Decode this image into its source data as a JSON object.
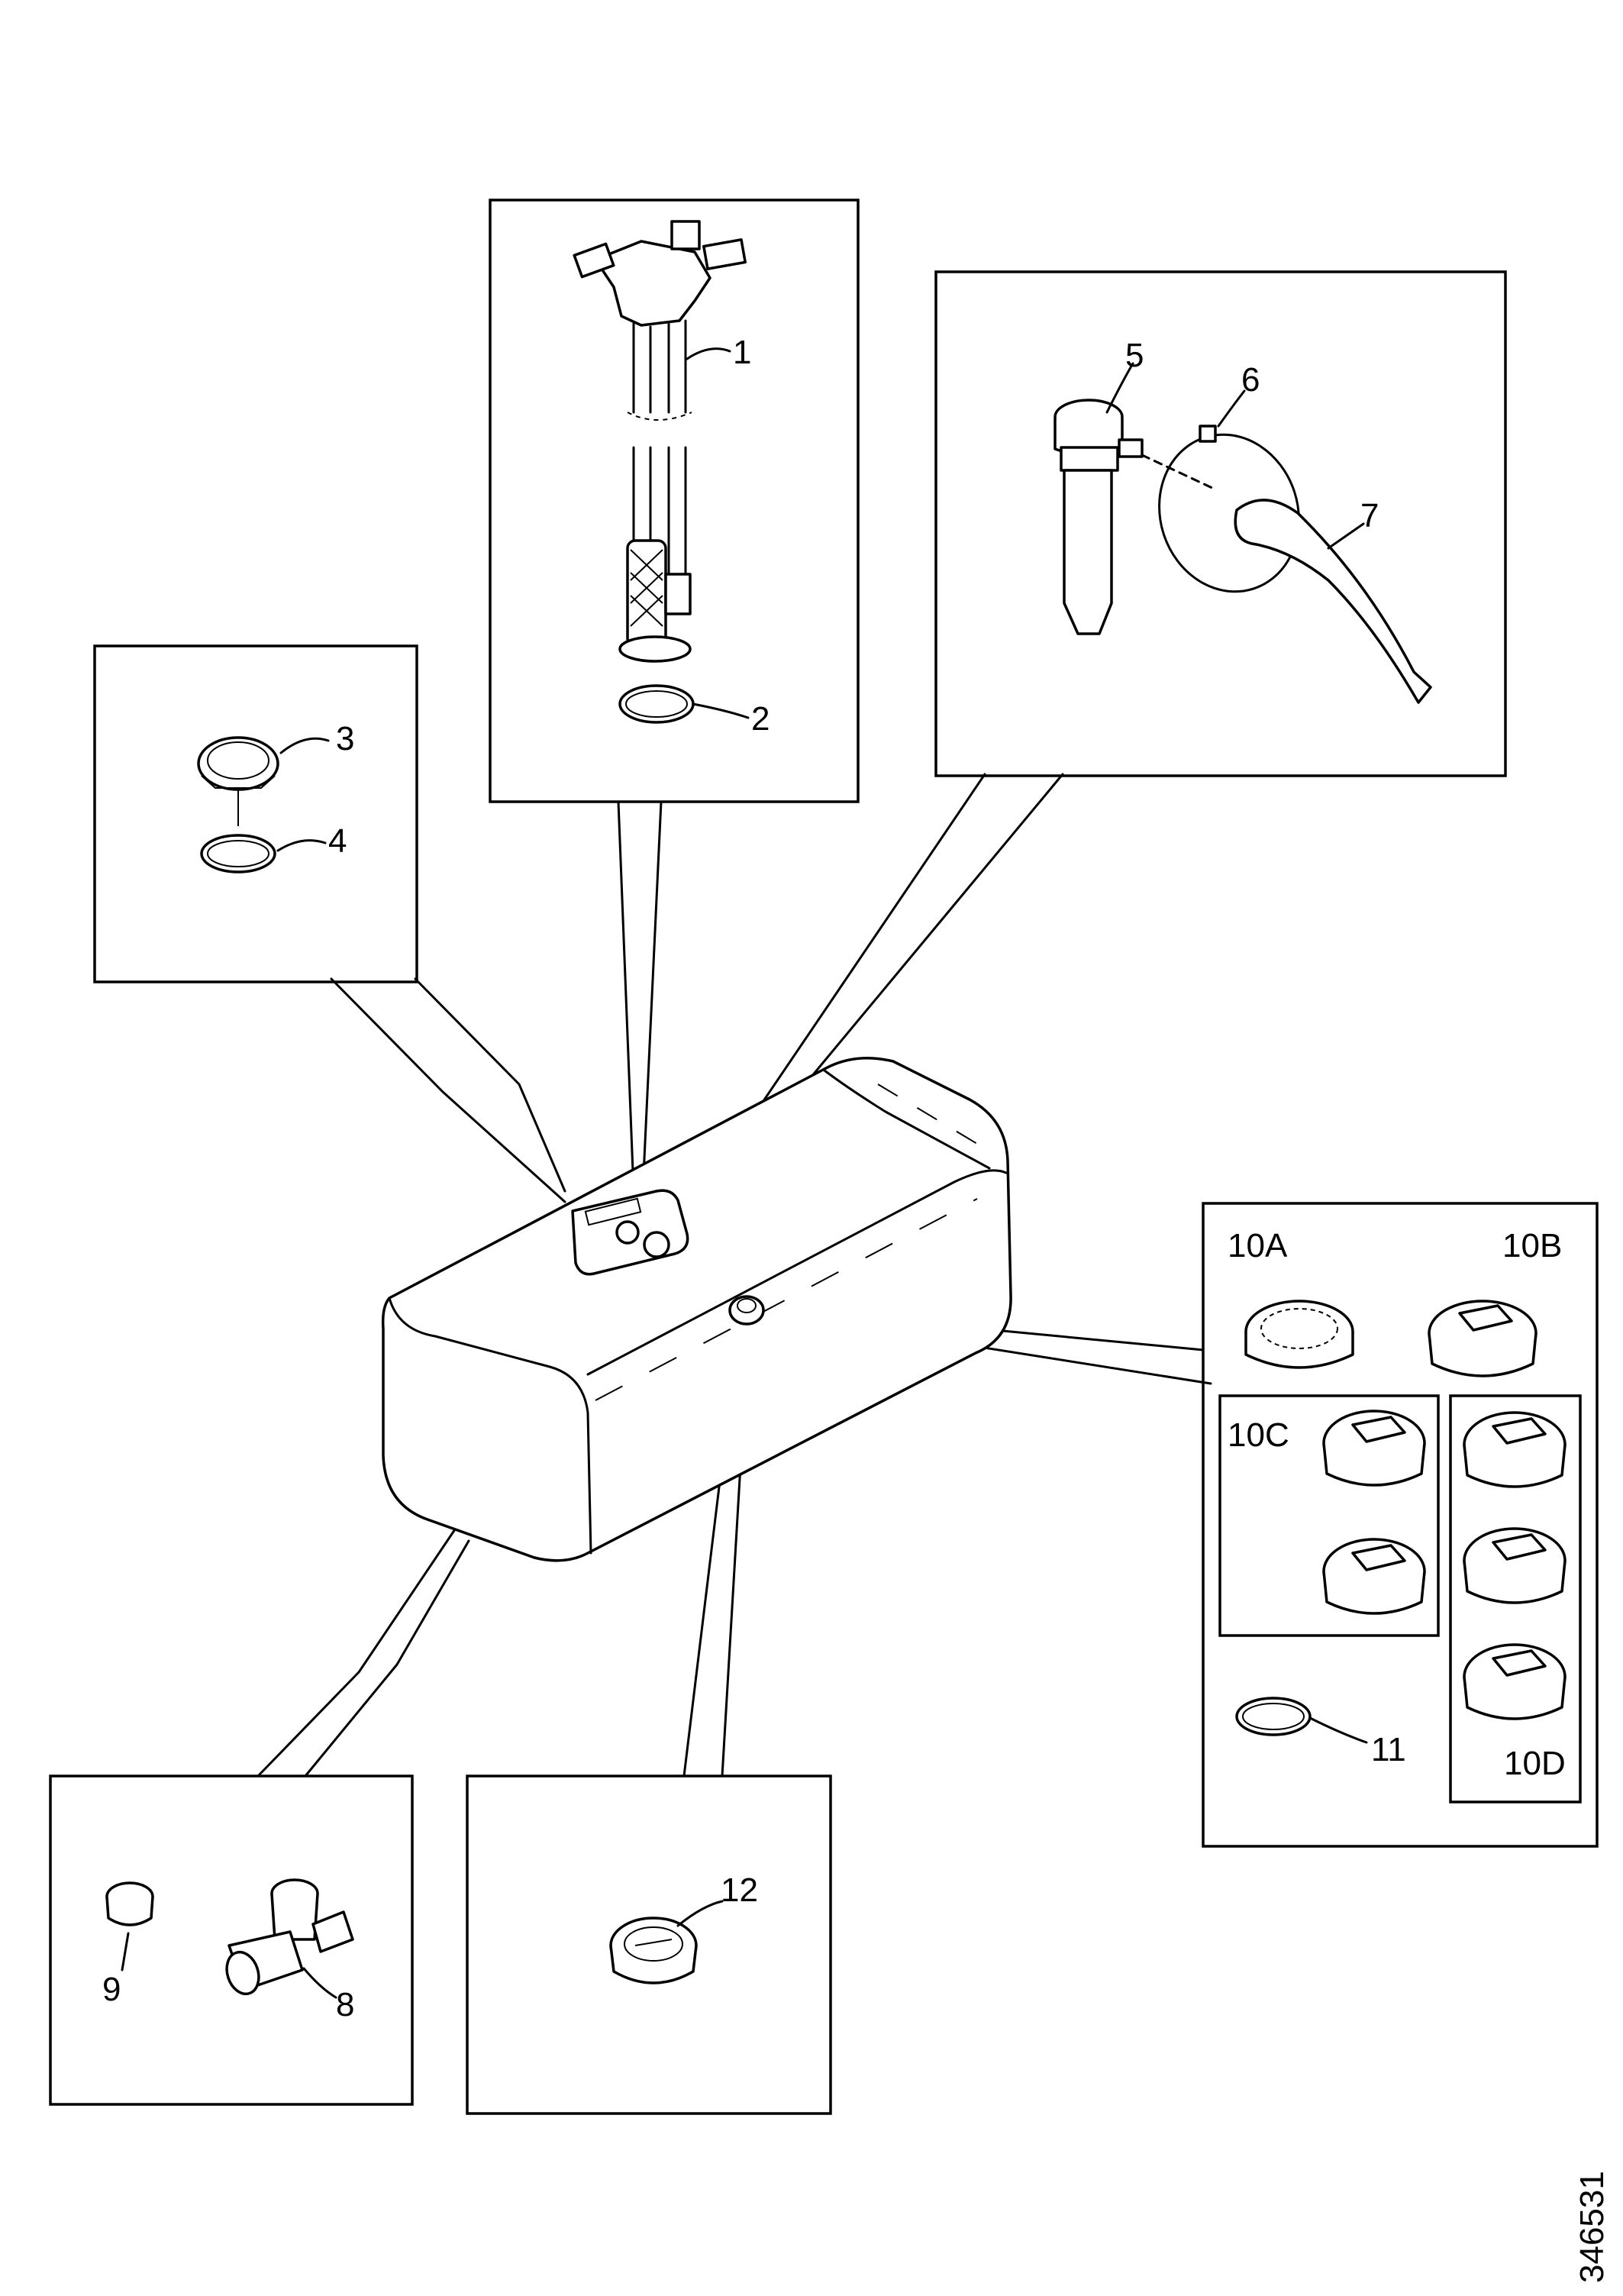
{
  "callouts": {
    "c1": "1",
    "c2": "2",
    "c3": "3",
    "c4": "4",
    "c5": "5",
    "c6": "6",
    "c7": "7",
    "c8": "8",
    "c9": "9",
    "c10a": "10A",
    "c10b": "10B",
    "c10c": "10C",
    "c10d": "10D",
    "c11": "11",
    "c12": "12"
  },
  "drawing_number": "346531"
}
